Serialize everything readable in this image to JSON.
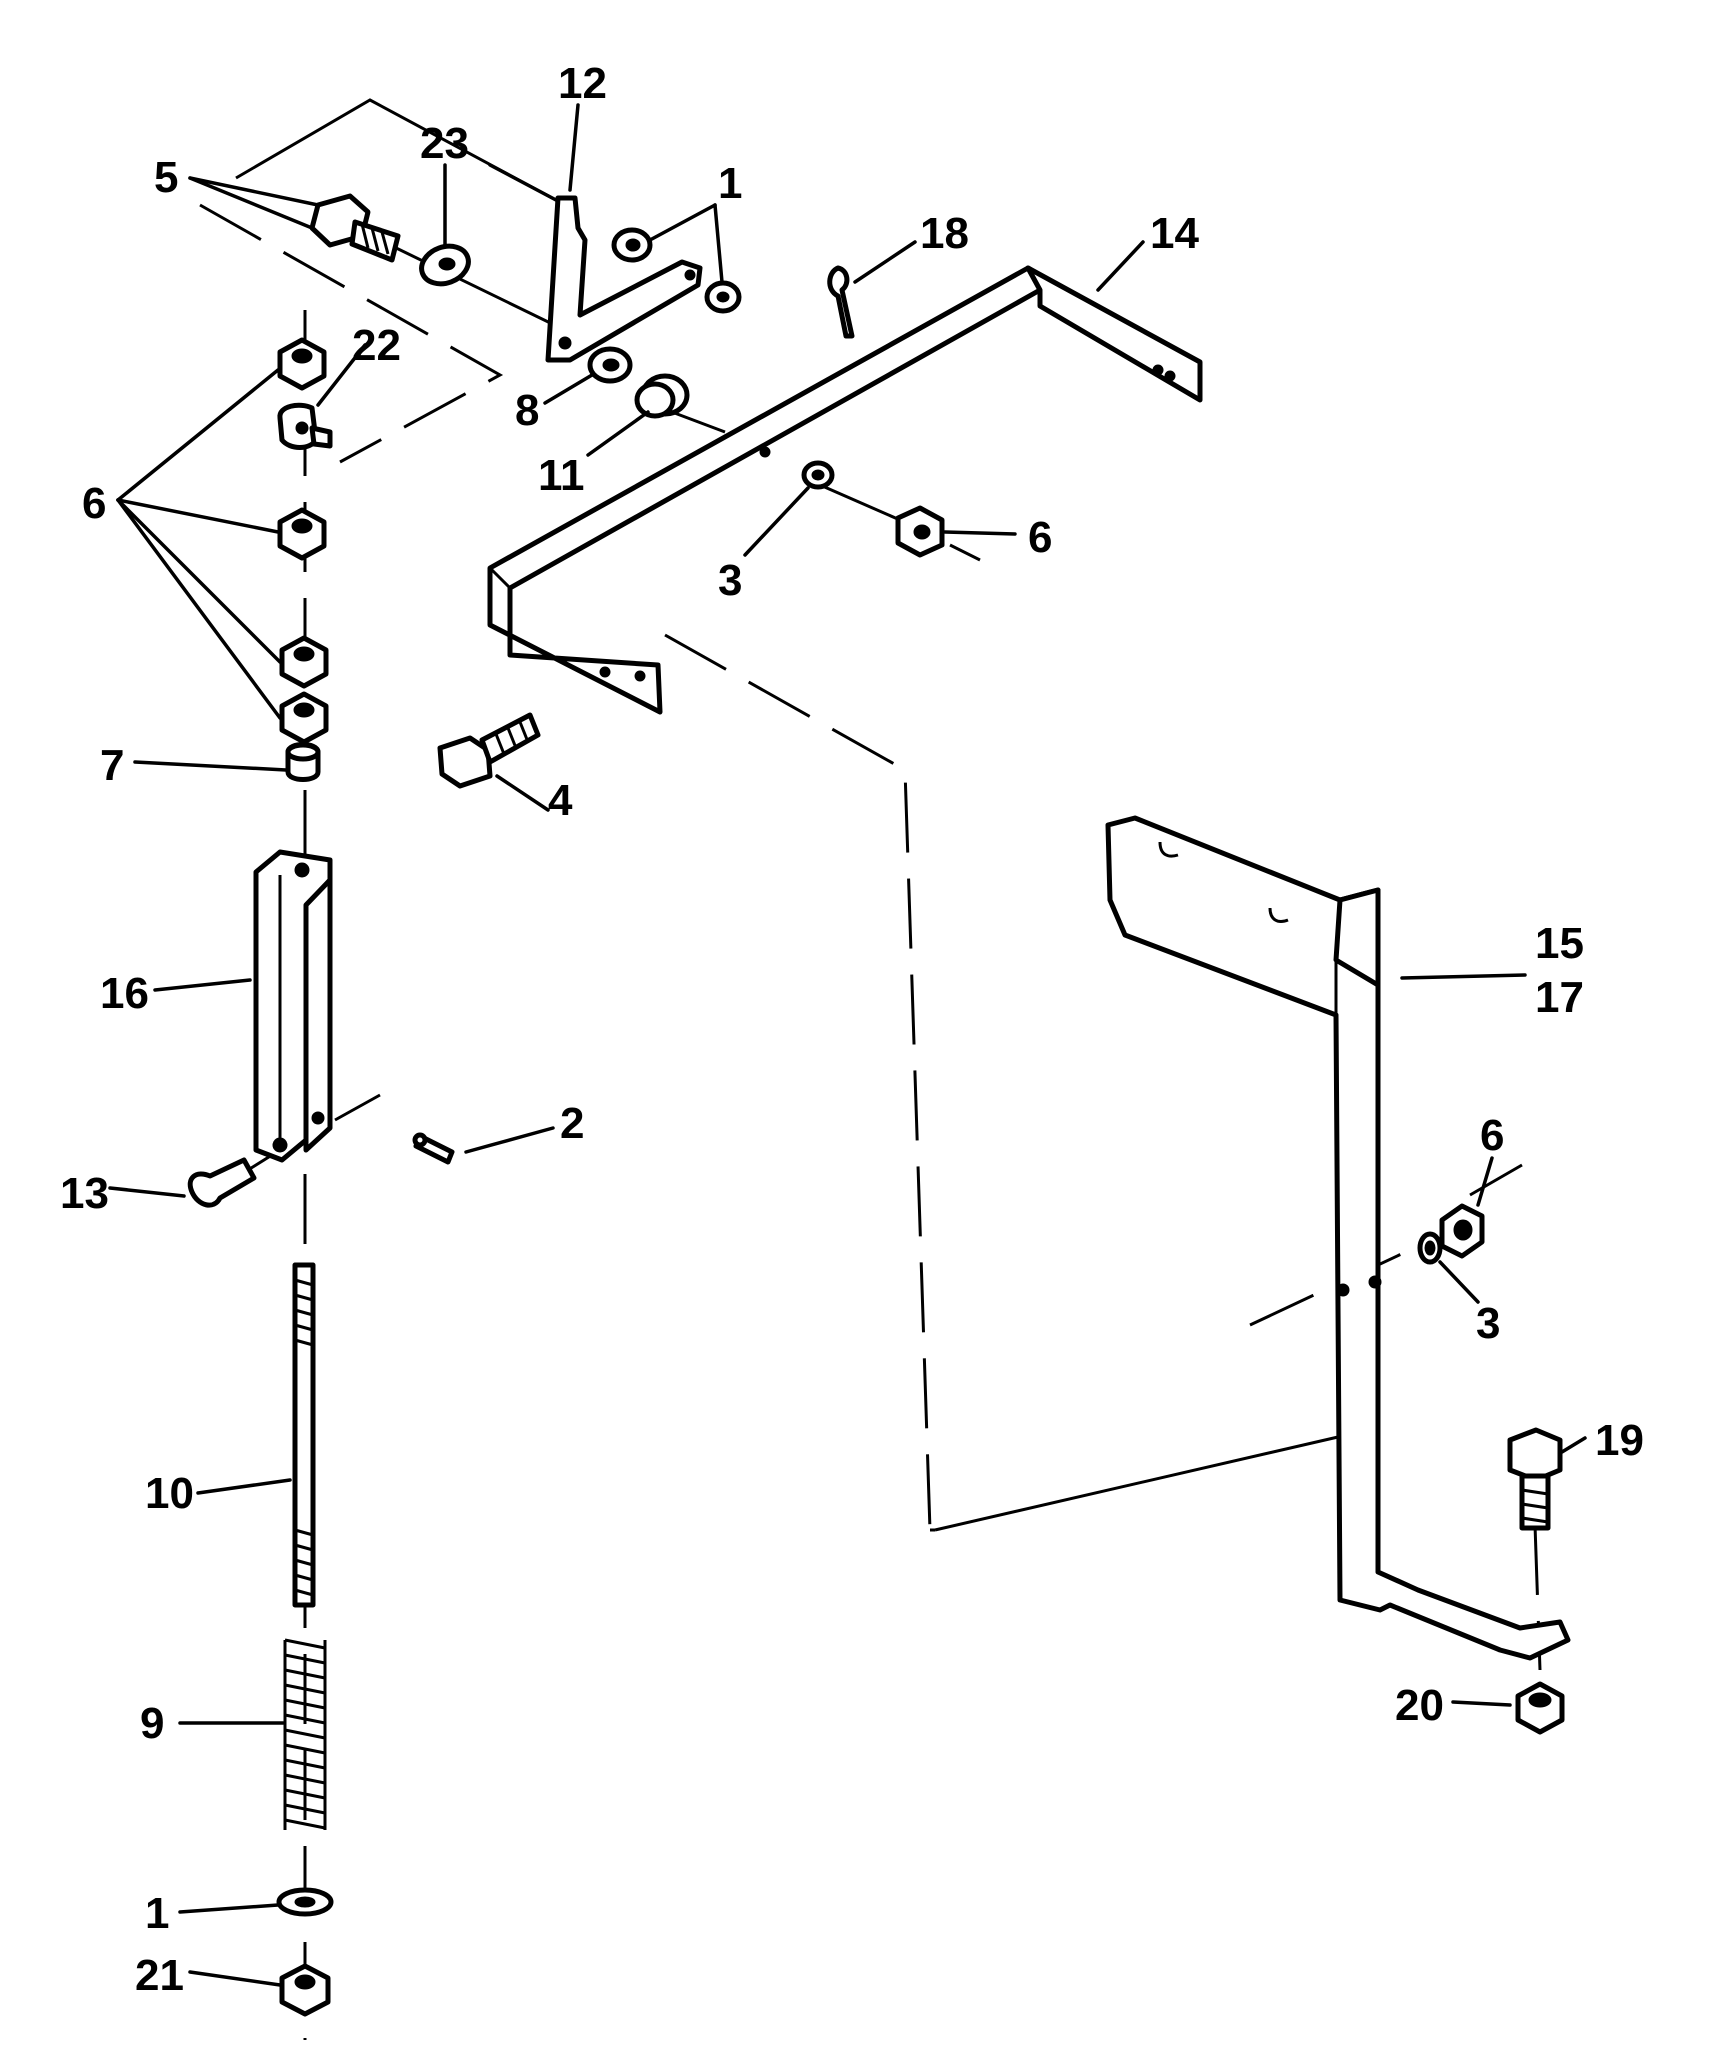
{
  "diagram": {
    "callouts": {
      "c1_top": "1",
      "c1_bottom": "1",
      "c2": "2",
      "c3_top": "3",
      "c3_right": "3",
      "c4": "4",
      "c5": "5",
      "c6_left": "6",
      "c6_mid": "6",
      "c6_right": "6",
      "c7": "7",
      "c8": "8",
      "c9": "9",
      "c10": "10",
      "c11": "11",
      "c12": "12",
      "c13": "13",
      "c14": "14",
      "c15": "15",
      "c16": "16",
      "c17": "17",
      "c18": "18",
      "c19": "19",
      "c20": "20",
      "c21": "21",
      "c22": "22",
      "c23": "23"
    }
  }
}
